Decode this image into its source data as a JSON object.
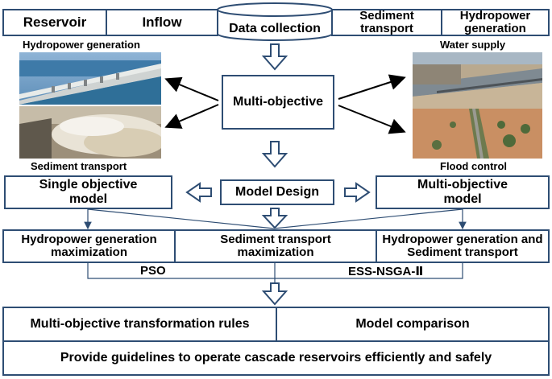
{
  "top_row": {
    "reservoir": "Reservoir",
    "inflow": "Inflow",
    "data_collection": "Data collection",
    "sediment_transport": "Sediment transport",
    "hydropower_generation": "Hydropower generation"
  },
  "images": {
    "hydropower_caption": "Hydropower generation",
    "sediment_caption": "Sediment transport",
    "water_supply_caption": "Water supply",
    "flood_control_caption": "Flood control"
  },
  "center": {
    "multi_objective": "Multi-objective",
    "model_design": "Model Design"
  },
  "models": {
    "single": "Single objective model",
    "multi": "Multi-objective model"
  },
  "objectives": {
    "hydro_max": "Hydropower generation maximization",
    "sediment_max": "Sediment transport maximization",
    "hydro_and_sediment": "Hydropower generation and Sediment transport"
  },
  "algorithms": {
    "pso": "PSO",
    "ess_nsga": "ESS-NSGA-Ⅱ"
  },
  "results": {
    "rules": "Multi-objective transformation rules",
    "comparison": "Model comparison",
    "guidelines": "Provide guidelines to operate cascade reservoirs efficiently and safely"
  },
  "colors": {
    "border": "#2e4d73",
    "arrow": "#2e4d73"
  }
}
